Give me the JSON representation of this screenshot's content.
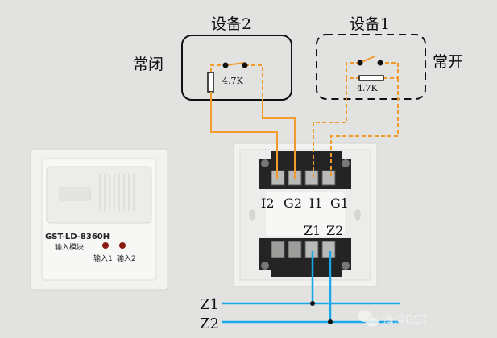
{
  "devices": {
    "device2": {
      "title": "设备2",
      "state_label": "常闭",
      "resistor": "4.7K",
      "border": "solid"
    },
    "device1": {
      "title": "设备1",
      "state_label": "常开",
      "resistor": "4.7K",
      "border": "dashed"
    }
  },
  "module": {
    "model": "GST-LD-8360H",
    "name": "输入模块",
    "led1": "输入1",
    "led2": "输入2",
    "led_color": "#8a1a10"
  },
  "terminals": {
    "top": [
      "I2",
      "G2",
      "I1",
      "G1"
    ],
    "bottom": [
      "Z1",
      "Z2"
    ]
  },
  "bus": {
    "lines": [
      "Z1",
      "Z2"
    ]
  },
  "watermark": {
    "icon": "wechat-icon",
    "text": "海湾GST"
  },
  "colors": {
    "wire_device": "#f39a2c",
    "wire_bus": "#1aa7ea",
    "background": "#e2e2e0"
  }
}
